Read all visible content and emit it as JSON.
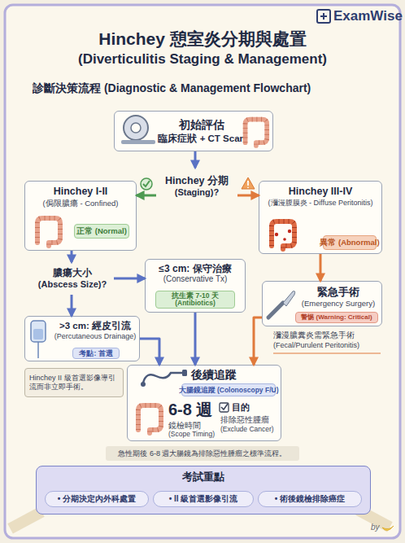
{
  "diagram": {
    "title": "Hinchey 憩室炎分期與處置",
    "nodes": [
      {
        "text": [
          "初始評估",
          "臨床症狀 + CT Scan"
        ]
      },
      {
        "text": [
          "Hinchey 分期",
          "(Staging)?"
        ]
      },
      {
        "text": [
          "Hinchey I-II",
          "(侷限膿瘍 - Confined)"
        ]
      },
      {
        "text": [
          "正常 (Normal)"
        ],
        "in": 2
      },
      {
        "text": [
          "Hinchey III-IV",
          "(瀰漫腹膜炎 - Diffuse Peritonitis)"
        ]
      },
      {
        "text": [
          "異常 (Abnormal)"
        ],
        "in": 4
      },
      {
        "text": [
          "膿瘍大小",
          "(Abscess Size)?"
        ]
      },
      {
        "text": [
          "≤3 cm: 保守治療",
          "(Conservative Tx)"
        ]
      },
      {
        "text": [
          "抗生素 7-10 天 (Antibiotics)"
        ],
        "in": 7
      },
      {
        "text": [
          "緊急手術",
          "(Emergency Surgery)"
        ]
      },
      {
        "text": [
          "警惕 (Warning: Critical)"
        ],
        "in": 9
      },
      {
        "text": [
          ">3 cm: 經皮引流",
          "(Percutaneous Drainage)"
        ]
      },
      {
        "text": [
          "考點: 首選"
        ],
        "in": 11
      },
      {
        "text": [
          "Hinchey II 級首選影像導引流而非立即手術。"
        ]
      },
      {
        "text": [
          "後續追蹤",
          "6-8 週",
          "鏡檢時間",
          "(Scope Timing)",
          "目的",
          "排除惡性腫瘤",
          "(Exclude Cancer)"
        ]
      },
      {
        "text": [
          "大腸鏡追蹤 (Colonoscopy F/U)"
        ],
        "in": 14
      },
      {
        "text": [
          "急性期後 6-8 週大腸鏡為排除惡性腫瘤之標準流程。"
        ]
      },
      {
        "text": [
          "考試重點"
        ]
      },
      {
        "text": [
          "• 分期決定內外科處置"
        ],
        "in": 17
      },
      {
        "text": [
          "• II 級首選影像引流"
        ],
        "in": 17
      },
      {
        "text": [
          "• 術後鏡檢排除癌症"
        ],
        "in": 17
      }
    ],
    "edges": [
      {
        "from": 0,
        "to": 1,
        "arrow": "to"
      },
      {
        "from": 1,
        "to": 2,
        "arrow": "to"
      },
      {
        "from": 1,
        "to": 4,
        "arrow": "to"
      },
      {
        "from": 2,
        "to": 6,
        "arrow": "to"
      },
      {
        "from": 6,
        "to": 7,
        "arrow": "to"
      },
      {
        "from": 6,
        "to": 11,
        "arrow": "to"
      },
      {
        "from": 4,
        "to": 9,
        "arrow": "to"
      },
      {
        "from": 7,
        "to": 14,
        "arrow": "to"
      },
      {
        "from": 11,
        "to": 14,
        "arrow": "to"
      },
      {
        "from": 9,
        "to": 14,
        "arrow": "to"
      }
    ],
    "labels": [
      "ExamWise",
      "(Diverticulitis Staging & Management)",
      "診斷決策流程 (Diagnostic & Management Flowchart)",
      "瀰漫膿糞炎需緊急手術",
      "(Fecal/Purulent Peritonitis)",
      "by"
    ]
  }
}
